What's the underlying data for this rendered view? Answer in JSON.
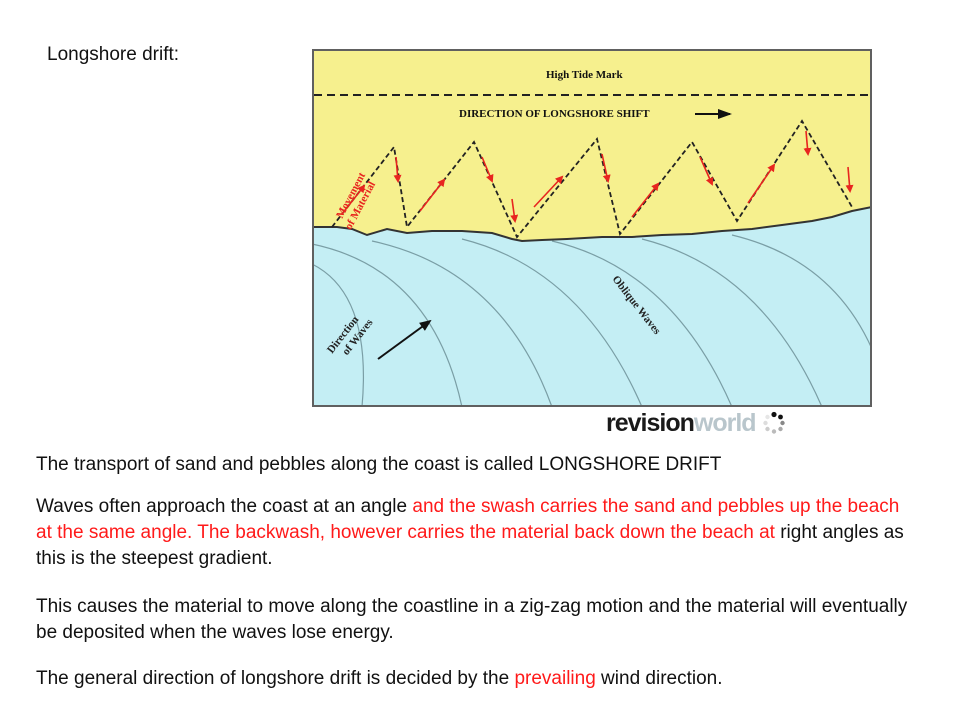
{
  "title": "Longshore drift:",
  "diagram": {
    "high_tide_label": "High Tide Mark",
    "direction_shift_label": "DIRECTION OF LONGSHORE SHIFT",
    "movement_label_1": "Movement",
    "movement_label_2": "of Material",
    "oblique_label": "Oblique Waves",
    "direction_waves_1": "Direction",
    "direction_waves_2": "of Waves",
    "colors": {
      "beach": "#f6f08e",
      "sea": "#c4eef4",
      "arrows": "#e8251f",
      "border": "#606060"
    }
  },
  "logo": {
    "part1": "revision",
    "part2": "world"
  },
  "paragraphs": {
    "p1": "The transport of sand and pebbles along the coast is called LONGSHORE DRIFT",
    "p2_a": "Waves often approach the coast at an angle ",
    "p2_b": "and the swash carries the sand and pebbles up the beach at the same angle. The backwash, however carries the material back down the beach at",
    "p2_c": " right angles as this is the steepest gradient.",
    "p3": "This causes the material to move along the coastline in a zig-zag motion and the material will eventually be deposited when the waves lose energy.",
    "p4_a": "The general direction of longshore drift is decided by the ",
    "p4_b": "prevailing",
    "p4_c": " wind direction."
  }
}
